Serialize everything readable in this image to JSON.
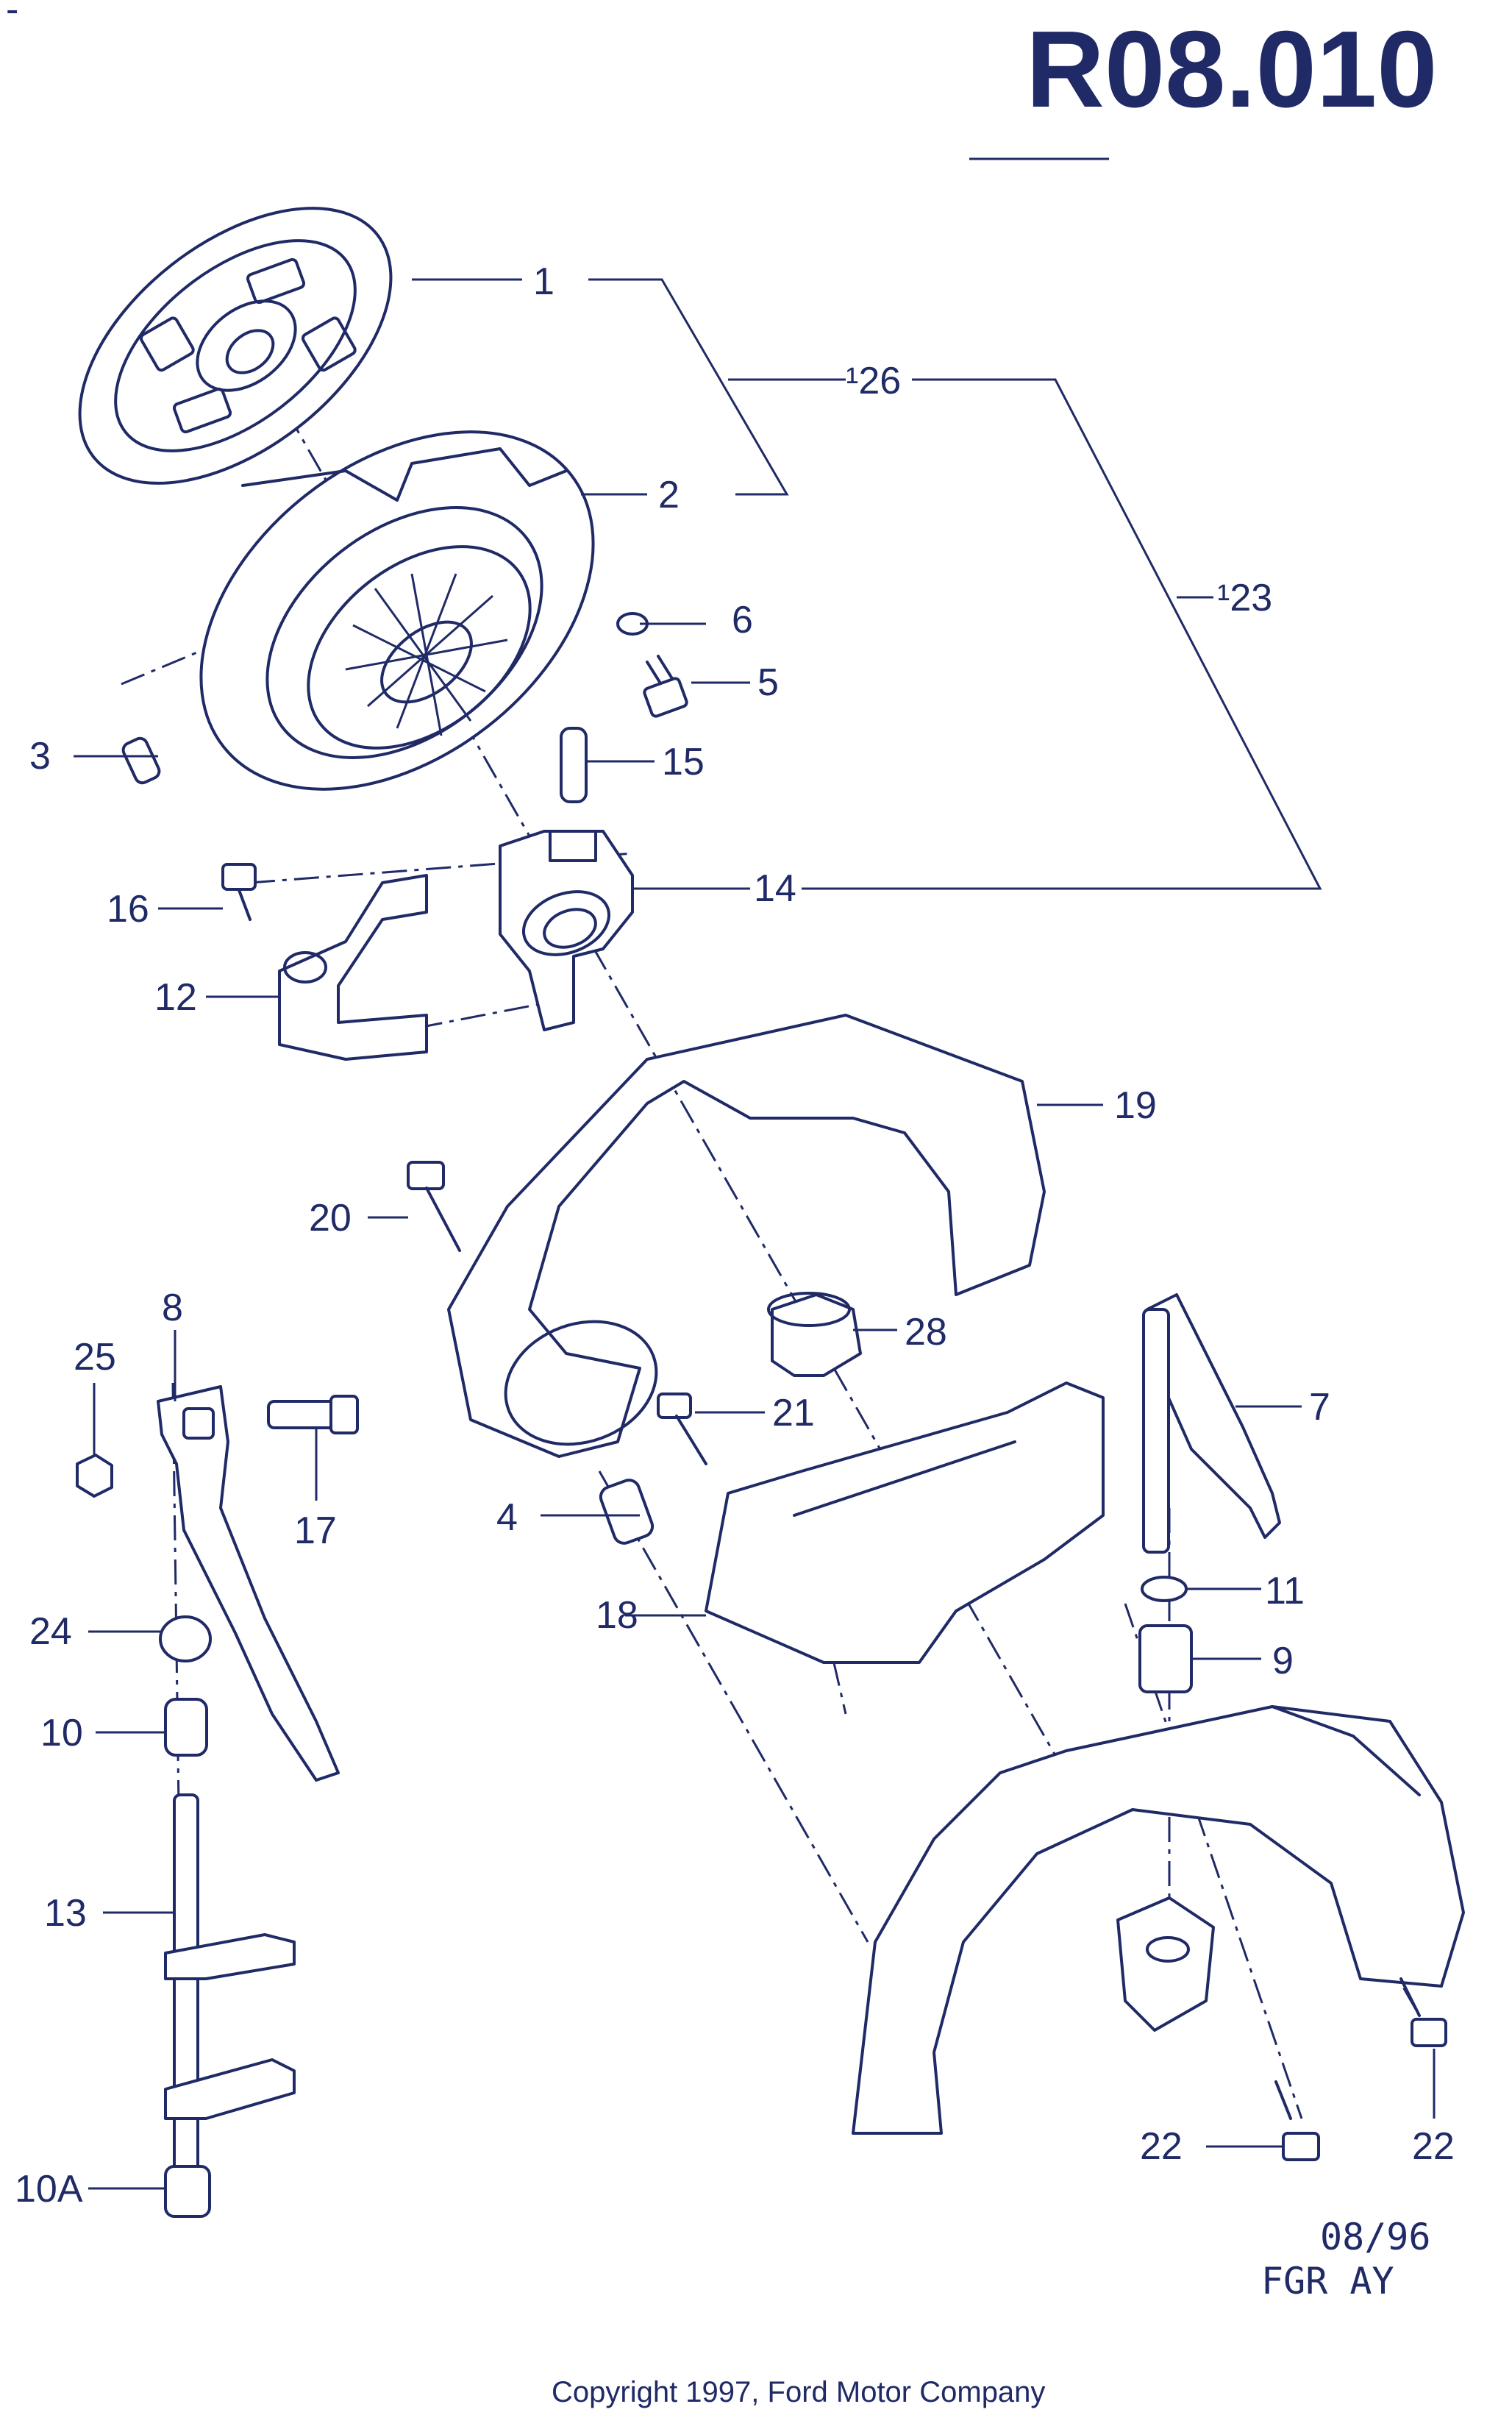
{
  "header": {
    "page_code": "R08.010",
    "corner_mark": "-"
  },
  "callouts": {
    "c1": "1",
    "c2": "2",
    "c3": "3",
    "c4": "4",
    "c5": "5",
    "c6": "6",
    "c7": "7",
    "c8": "8",
    "c9": "9",
    "c10": "10",
    "c10a": "10A",
    "c11": "11",
    "c12": "12",
    "c13": "13",
    "c14": "14",
    "c15": "15",
    "c16": "16",
    "c17": "17",
    "c18": "18",
    "c19": "19",
    "c20": "20",
    "c21": "21",
    "c22a": "22",
    "c22b": "22",
    "c23": "¹23",
    "c24": "24",
    "c25": "25",
    "c26": "¹26",
    "c28": "28"
  },
  "stamp": {
    "date": "08/96",
    "code": "FGR  AY"
  },
  "footer": {
    "copyright": "Copyright 1997, Ford Motor Company"
  },
  "colors": {
    "ink": "#1f2a66",
    "background": "#ffffff"
  }
}
